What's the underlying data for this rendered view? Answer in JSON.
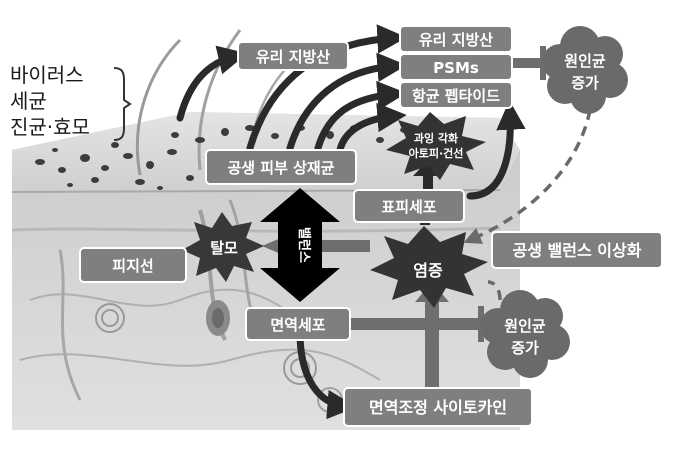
{
  "microbes": {
    "line1": "바이러스",
    "line2": "세균",
    "line3": "진균·효모"
  },
  "free_fatty_acid_top": "유리 지방산",
  "free_fatty_acid_right": "유리 지방산",
  "psms": "PSMs",
  "antimicrobial_peptide": "항균 펩타이드",
  "pathogen_increase_top": {
    "line1": "원인균",
    "line2": "증가"
  },
  "pathogen_increase_bottom": {
    "line1": "원인균",
    "line2": "증가"
  },
  "hyperkeratosis": {
    "line1": "과잉 각화",
    "line2": "아토피·건선"
  },
  "commensal_bacteria": "공생 피부 상재균",
  "epidermal_cells": "표피세포",
  "symbiosis_imbalance": "공생 밸런스 이상화",
  "sebaceous_gland": "피지선",
  "hair_loss": "탈모",
  "balance": "밸런스",
  "inflammation": "염증",
  "immune_cells": "면역세포",
  "immune_cytokines": "면역조정 사이토카인",
  "colors": {
    "box": "#7f7f7f",
    "arrow": "#2a2a2a",
    "burst": "#3a3a3a",
    "skin": "#d8d8d8"
  }
}
